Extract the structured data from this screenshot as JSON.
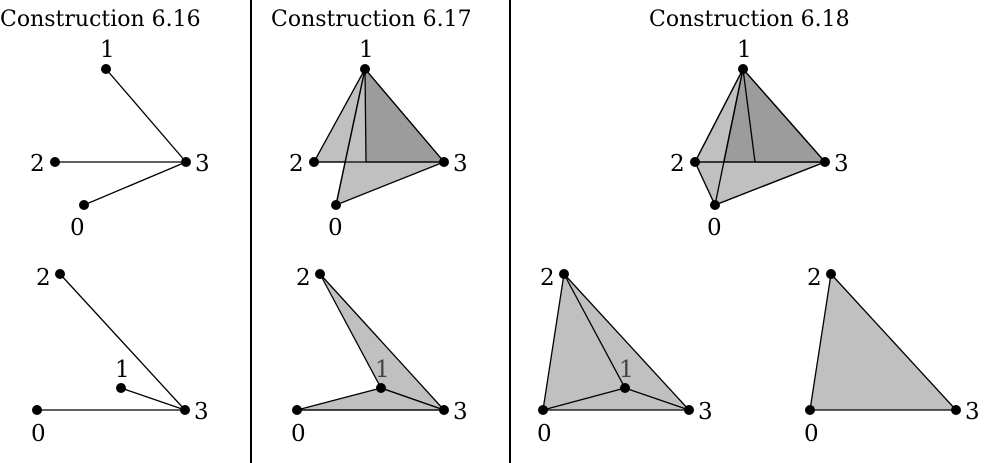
{
  "panels": {
    "c616": {
      "title": "Construction 6.16"
    },
    "c617": {
      "title": "Construction 6.17"
    },
    "c618": {
      "title": "Construction 6.18"
    }
  },
  "vertex_labels": {
    "v0": "0",
    "v1": "1",
    "v2": "2",
    "v3": "3"
  },
  "colors": {
    "face_light": "#c0c0c0",
    "face_dark": "#9c9c9c",
    "stroke": "#000000",
    "point": "#000000"
  }
}
